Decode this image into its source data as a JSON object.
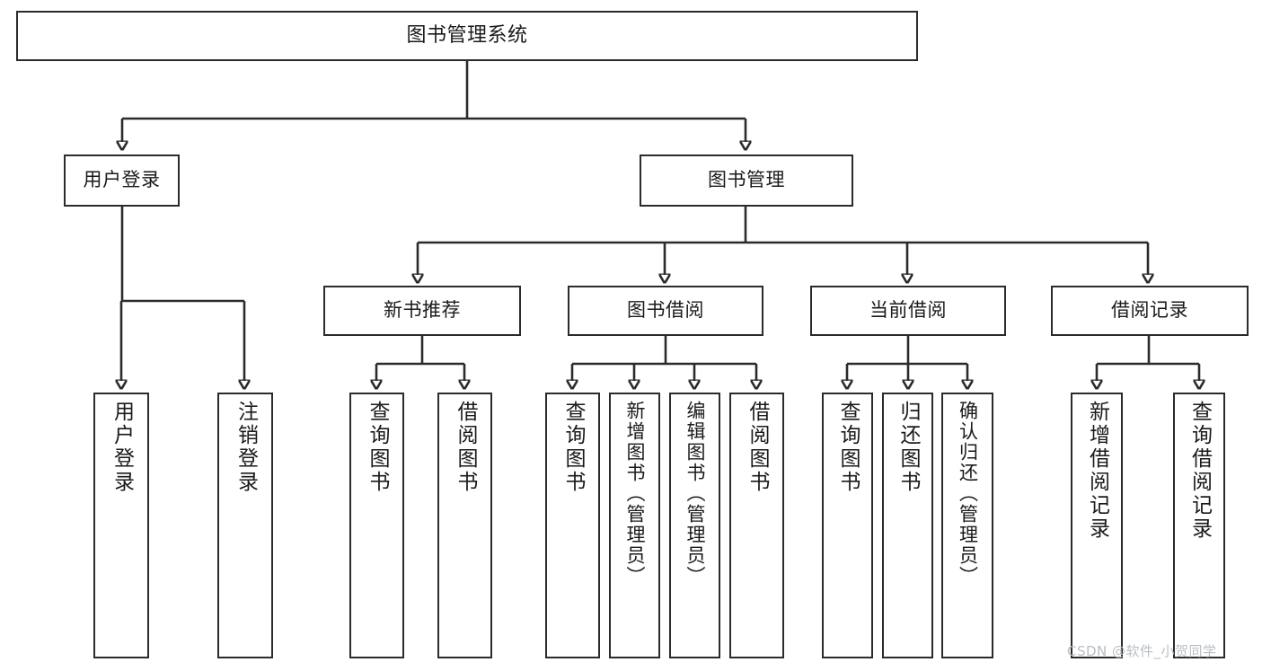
{
  "diagram": {
    "type": "hierarchy-tree",
    "title": "图书管理系统",
    "root": {
      "id": "root",
      "label": "图书管理系统"
    },
    "level2": [
      {
        "id": "user-login",
        "label": "用户登录"
      },
      {
        "id": "book-manage",
        "label": "图书管理"
      }
    ],
    "level3": [
      {
        "id": "new-book-rec",
        "label": "新书推荐",
        "parent": "book-manage"
      },
      {
        "id": "book-borrow",
        "label": "图书借阅",
        "parent": "book-manage"
      },
      {
        "id": "current-borrow",
        "label": "当前借阅",
        "parent": "book-manage"
      },
      {
        "id": "borrow-record",
        "label": "借阅记录",
        "parent": "book-manage"
      }
    ],
    "leaves": {
      "user-login": [
        {
          "id": "leaf-user-login",
          "label": "用户登录"
        },
        {
          "id": "leaf-user-logout",
          "label": "注销登录"
        }
      ],
      "new-book-rec": [
        {
          "id": "leaf-query-book-1",
          "label": "查询图书"
        },
        {
          "id": "leaf-borrow-book-1",
          "label": "借阅图书"
        }
      ],
      "book-borrow": [
        {
          "id": "leaf-query-book-2",
          "label": "查询图书"
        },
        {
          "id": "leaf-add-book",
          "label": "新增图书（管理员）"
        },
        {
          "id": "leaf-edit-book",
          "label": "编辑图书（管理员）"
        },
        {
          "id": "leaf-borrow-book-2",
          "label": "借阅图书"
        }
      ],
      "current-borrow": [
        {
          "id": "leaf-query-book-3",
          "label": "查询图书"
        },
        {
          "id": "leaf-return-book",
          "label": "归还图书"
        },
        {
          "id": "leaf-confirm-return",
          "label": "确认归还（管理员）"
        }
      ],
      "borrow-record": [
        {
          "id": "leaf-add-record",
          "label": "新增借阅记录"
        },
        {
          "id": "leaf-query-record",
          "label": "查询借阅记录"
        }
      ]
    }
  },
  "watermark": {
    "text": "CSDN @软件_小贺同学"
  },
  "colors": {
    "stroke": "#2b2b2b",
    "fill": "#ffffff",
    "text": "#1a1a1a",
    "watermark": "#b9bec4"
  }
}
